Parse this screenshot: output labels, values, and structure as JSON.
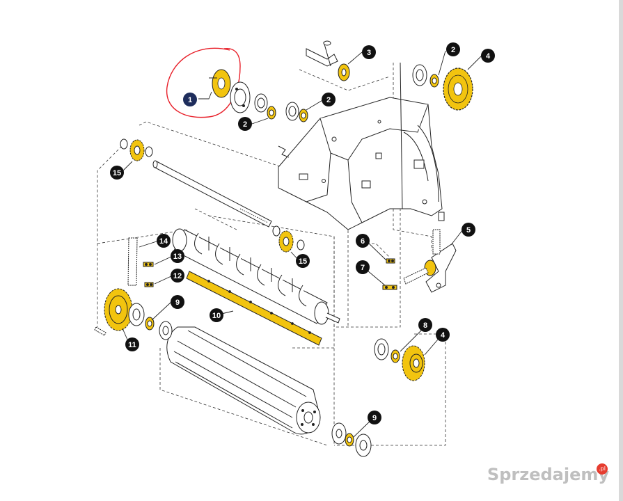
{
  "colors": {
    "part_highlight": "#f2c40f",
    "line": "#222222",
    "callout_fill": "#111111",
    "selected_callout_fill": "#1e2d5c",
    "annotation": "#e8202a",
    "watermark": "#aaaaaa"
  },
  "callouts": [
    {
      "id": "c1",
      "label": "1",
      "selected": true
    },
    {
      "id": "c2a",
      "label": "2"
    },
    {
      "id": "c2b",
      "label": "2"
    },
    {
      "id": "c2c",
      "label": "2"
    },
    {
      "id": "c3",
      "label": "3"
    },
    {
      "id": "c4a",
      "label": "4"
    },
    {
      "id": "c4b",
      "label": "4"
    },
    {
      "id": "c5",
      "label": "5"
    },
    {
      "id": "c6",
      "label": "6"
    },
    {
      "id": "c7",
      "label": "7"
    },
    {
      "id": "c8",
      "label": "8"
    },
    {
      "id": "c9a",
      "label": "9"
    },
    {
      "id": "c9b",
      "label": "9"
    },
    {
      "id": "c10",
      "label": "10"
    },
    {
      "id": "c11",
      "label": "11"
    },
    {
      "id": "c12",
      "label": "12"
    },
    {
      "id": "c13",
      "label": "13"
    },
    {
      "id": "c14",
      "label": "14"
    },
    {
      "id": "c15a",
      "label": "15"
    },
    {
      "id": "c15b",
      "label": "15"
    }
  ],
  "watermark": {
    "text": "Sprzedajemy",
    "badge": ".pl"
  }
}
